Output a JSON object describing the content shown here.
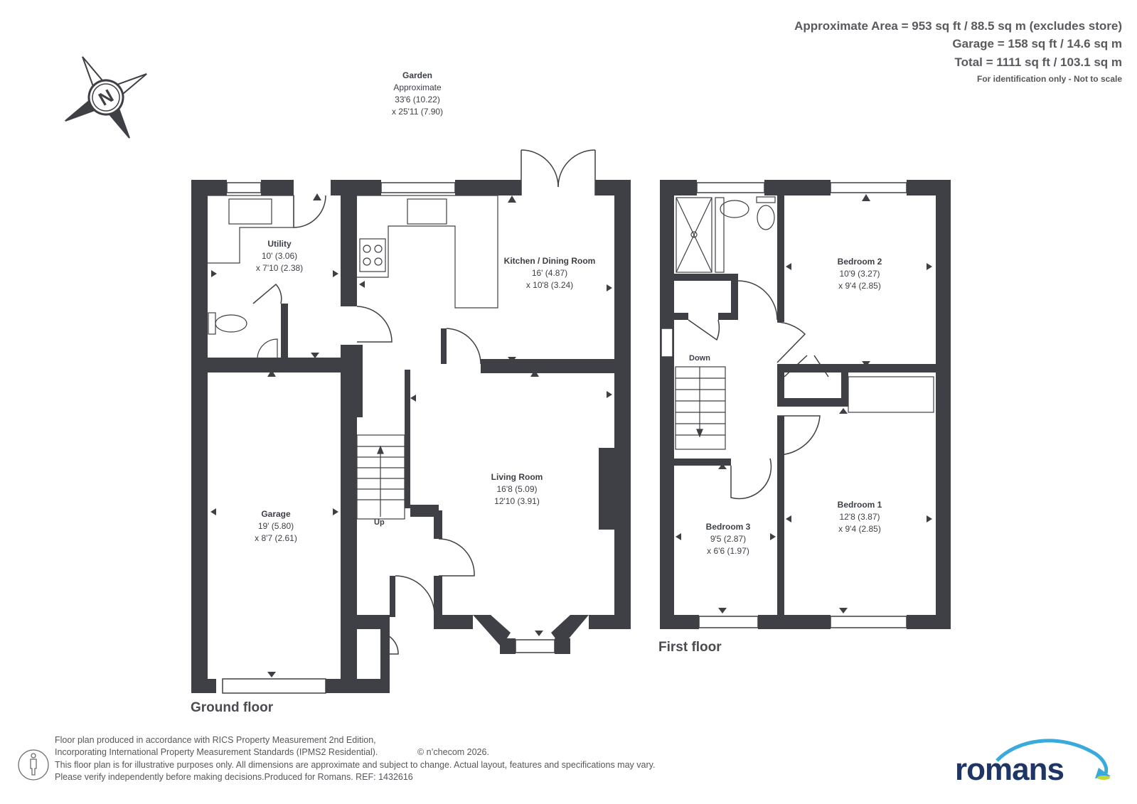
{
  "summary": {
    "line1": "Approximate Area = 953 sq ft / 88.5 sq m (excludes store)",
    "line2": "Garage = 158 sq ft / 14.6 sq m",
    "line3": "Total = 1111 sq ft / 103.1 sq m",
    "note": "For identification only - Not to scale"
  },
  "compass": {
    "letter": "N",
    "icon": "compass-rose-icon"
  },
  "garden": {
    "title": "Garden",
    "line1": "Approximate",
    "line2": "33'6 (10.22)",
    "line3": "x 25'11 (7.90)"
  },
  "ground_floor": {
    "label": "Ground floor",
    "rooms": {
      "utility": {
        "name": "Utility",
        "dim1": "10' (3.06)",
        "dim2": "x 7'10 (2.38)"
      },
      "kitchen": {
        "name": "Kitchen / Dining Room",
        "dim1": "16' (4.87)",
        "dim2": "x 10'8 (3.24)"
      },
      "living": {
        "name": "Living Room",
        "dim1": "16'8 (5.09)",
        "dim2": "12'10 (3.91)"
      },
      "garage": {
        "name": "Garage",
        "dim1": "19' (5.80)",
        "dim2": "x 8'7 (2.61)"
      }
    },
    "stairs_label": "Up"
  },
  "first_floor": {
    "label": "First floor",
    "rooms": {
      "bedroom1": {
        "name": "Bedroom 1",
        "dim1": "12'8 (3.87)",
        "dim2": "x 9'4 (2.85)"
      },
      "bedroom2": {
        "name": "Bedroom 2",
        "dim1": "10'9 (3.27)",
        "dim2": "x 9'4 (2.85)"
      },
      "bedroom3": {
        "name": "Bedroom 3",
        "dim1": "9'5 (2.87)",
        "dim2": "x 6'6 (1.97)"
      }
    },
    "stairs_label": "Down"
  },
  "disclaimer": {
    "line1": "Floor plan produced in accordance with RICS Property Measurement 2nd Edition,",
    "line2": "Incorporating International Property Measurement Standards (IPMS2 Residential).",
    "copyright": "© n’checom 2026.",
    "line3": "This floor plan is for illustrative purposes only. All dimensions are approximate and subject to change. Actual layout, features and specifications may vary.",
    "line4": "Please verify independently before making decisions.Produced for Romans.   REF:  1432616",
    "icon": "person-scale-icon"
  },
  "logo": {
    "text": "romans",
    "icon": "romans-swoosh-icon"
  },
  "colors": {
    "wall": "#3f4045",
    "text": "#3c3f45",
    "logo": "#1f3566",
    "swoosh": "#3aa9dc",
    "swoosh_accent": "#c3d83a"
  }
}
